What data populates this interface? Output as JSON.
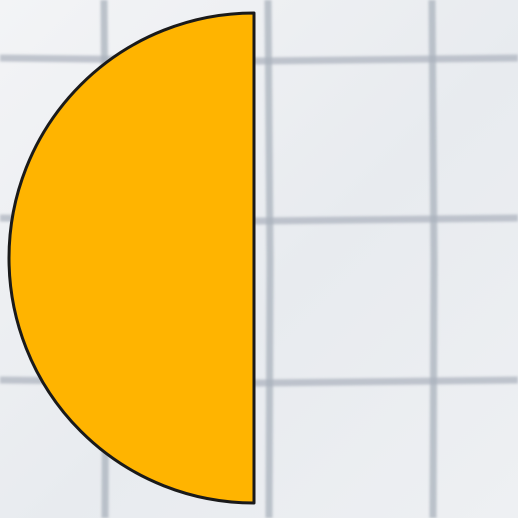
{
  "background": {
    "kind": "grid-paper",
    "paper_color": "#eef0f3",
    "grid_line_color": "#a9b1bc"
  },
  "shape": {
    "kind": "half-circle",
    "flat_side": "right",
    "fill_color": "#ffb400",
    "outline_color": "#1a1a1a"
  }
}
